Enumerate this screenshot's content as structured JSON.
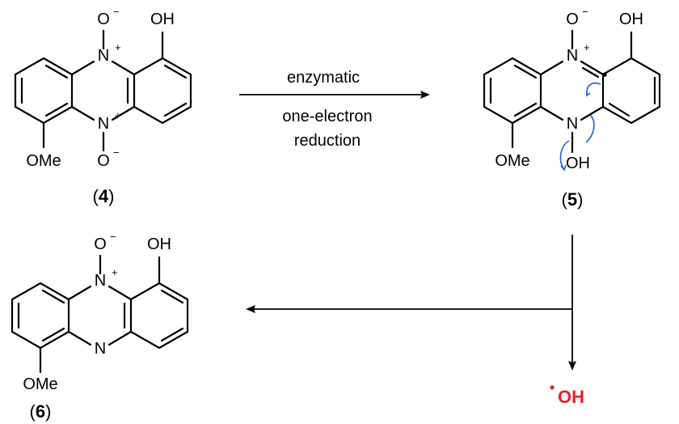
{
  "reaction": {
    "condition_top": "enzymatic",
    "condition_bottom_line1": "one-electron",
    "condition_bottom_line2": "reduction",
    "byproduct": "OH",
    "byproduct_dot": "•",
    "colors": {
      "radical_product": "#e8202a",
      "curly_arrow": "#1f5fd6"
    }
  },
  "compounds": [
    {
      "id": "4",
      "label": "4",
      "atoms": {
        "n_top": "N",
        "n_top_charge": "+",
        "o_top": "O",
        "o_top_charge": "−",
        "oh": "OH",
        "n_bottom": "N",
        "n_bottom_charge": "+",
        "o_bottom": "O",
        "o_bottom_charge": "−",
        "ome": "OMe"
      }
    },
    {
      "id": "5",
      "label": "5",
      "atoms": {
        "n_top": "N",
        "n_top_charge": "+",
        "o_top": "O",
        "o_top_charge": "−",
        "oh": "OH",
        "n_bottom": "N",
        "n_oh": "OH",
        "ome": "OMe",
        "radical": "•"
      }
    },
    {
      "id": "6",
      "label": "6",
      "atoms": {
        "n_top": "N",
        "n_top_charge": "+",
        "o_top": "O",
        "o_top_charge": "−",
        "oh": "OH",
        "n_bottom": "N",
        "ome": "OMe"
      }
    }
  ]
}
